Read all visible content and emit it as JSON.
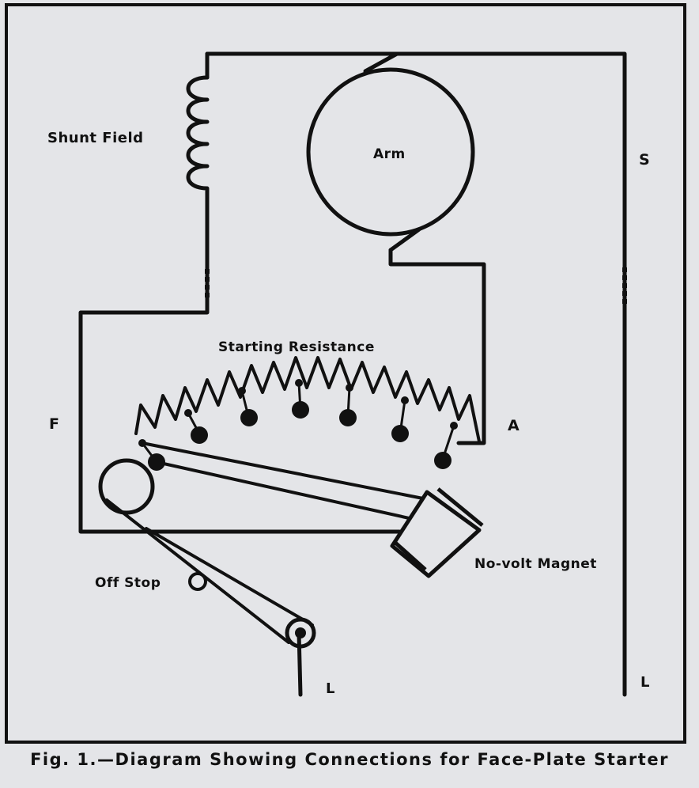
{
  "labels": {
    "shunt_field": "Shunt Field",
    "arm": "Arm",
    "s": "S",
    "starting_resistance": "Starting Resistance",
    "f": "F",
    "a": "A",
    "no_volt_magnet": "No-volt Magnet",
    "off_stop": "Off Stop",
    "l_left": "L",
    "l_right": "L"
  },
  "caption": "Fig. 1.—Diagram Showing Connections for Face-Plate Starter",
  "colors": {
    "ink": "#111111",
    "paper": "#e4e5e8"
  }
}
